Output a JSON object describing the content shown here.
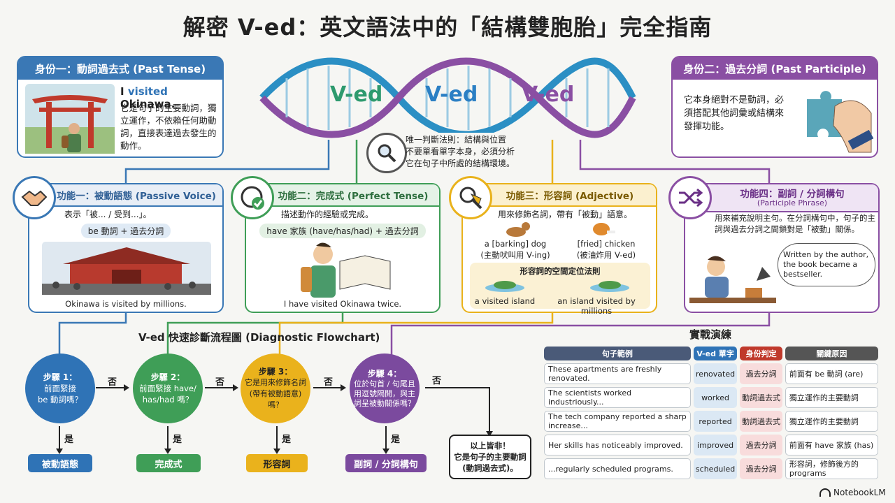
{
  "title": "解密 V-ed：英文語法中的「結構雙胞胎」完全指南",
  "identity1": {
    "header": "身份一：動詞過去式 (Past Tense)",
    "line1a": "I ",
    "line1b": "visited",
    "line1c": " Okinawa.",
    "desc": "它是句子的主要動詞，獨立運作，不依賴任何助動詞，直接表達過去發生的動作。"
  },
  "identity2": {
    "header": "身份二：過去分詞 (Past Participle)",
    "desc": "它本身絕對不是動詞，必須搭配其他詞彙或結構來發揮功能。"
  },
  "dna": {
    "label1": "V-ed",
    "label2": "V-ed",
    "label3": "V-ed",
    "rule": "唯一判斷法則：結構與位置\n不要單看單字本身，必須分析\n它在句子中所處的結構環境。"
  },
  "functions": [
    {
      "header": "功能一：被動語態 (Passive Voice)",
      "desc": "表示「被... / 受到...」。",
      "formula": "be 動詞 + 過去分詞",
      "caption": "Okinawa is visited by millions.",
      "color": "#3a78b5"
    },
    {
      "header": "功能二：完成式 (Perfect Tense)",
      "desc": "描述動作的經驗或完成。",
      "formula": "have 家族 (have/has/had) + 過去分詞",
      "caption": "I have visited Okinawa twice.",
      "color": "#3f9e57"
    },
    {
      "header": "功能三：形容詞 (Adjective)",
      "desc": "用來修飾名詞，帶有「被動」語意。",
      "ex1": "a [barking] dog",
      "ex1b": "(主動吠叫用 V-ing)",
      "ex2": "[fried] chicken",
      "ex2b": "(被油炸用 V-ed)",
      "rule": "形容詞的空間定位法則",
      "cap1": "a visited island",
      "cap2": "an island visited by millions",
      "color": "#e9b21b"
    },
    {
      "header": "功能四：副詞 / 分詞構句",
      "sub": "(Participle Phrase)",
      "desc": "用來補充說明主句。在分詞構句中，句子的主詞與過去分詞之間鎖對是「被動」關係。",
      "bubble": "Written by the author, the book became a bestseller.",
      "color": "#8a4fa3"
    }
  ],
  "flowchart": {
    "title": "V-ed 快速診斷流程圖 (Diagnostic Flowchart)",
    "steps": [
      {
        "label": "步驟 1：",
        "q": "前面緊接\nbe 動詞嗎？",
        "result": "被動語態",
        "color": "#2f73b6"
      },
      {
        "label": "步驟 2：",
        "q": "前面緊接 have/\nhas/had 嗎？",
        "result": "完成式",
        "color": "#3f9e57"
      },
      {
        "label": "步驟 3：",
        "q": "它是用來修飾名詞\n(帶有被動語意) 嗎？",
        "result": "形容詞",
        "color": "#eab21c"
      },
      {
        "label": "步驟 4：",
        "q": "位於句首 / 句尾且\n用逗號隔開，與主\n詞呈被動關係嗎？",
        "result": "副詞 / 分詞構句",
        "color": "#7b4a9e"
      }
    ],
    "no": "否",
    "yes": "是",
    "final": "以上皆非！\n它是句子的主要動詞\n(動詞過去式)。"
  },
  "practice": {
    "title": "實戰演練",
    "headers": [
      "句子範例",
      "V-ed 單字",
      "身份判定",
      "關鍵原因"
    ],
    "rows": [
      [
        "These apartments are freshly renovated.",
        "renovated",
        "過去分詞",
        "前面有 be 動詞 (are)"
      ],
      [
        "The scientists worked industriously...",
        "worked",
        "動詞過去式",
        "獨立運作的主要動詞"
      ],
      [
        "The tech company reported a sharp increase...",
        "reported",
        "動詞過去式",
        "獨立運作的主要動詞"
      ],
      [
        "Her skills has noticeably improved.",
        "improved",
        "過去分詞",
        "前面有 have 家族 (has)"
      ],
      [
        "...regularly scheduled programs.",
        "scheduled",
        "過去分詞",
        "形容詞，修飾後方的 programs"
      ]
    ]
  },
  "brand": "NotebookLM",
  "colors": {
    "blue": "#3a78b5",
    "green": "#3f9e57",
    "yellow": "#e9b21b",
    "purple": "#8a4fa3"
  }
}
